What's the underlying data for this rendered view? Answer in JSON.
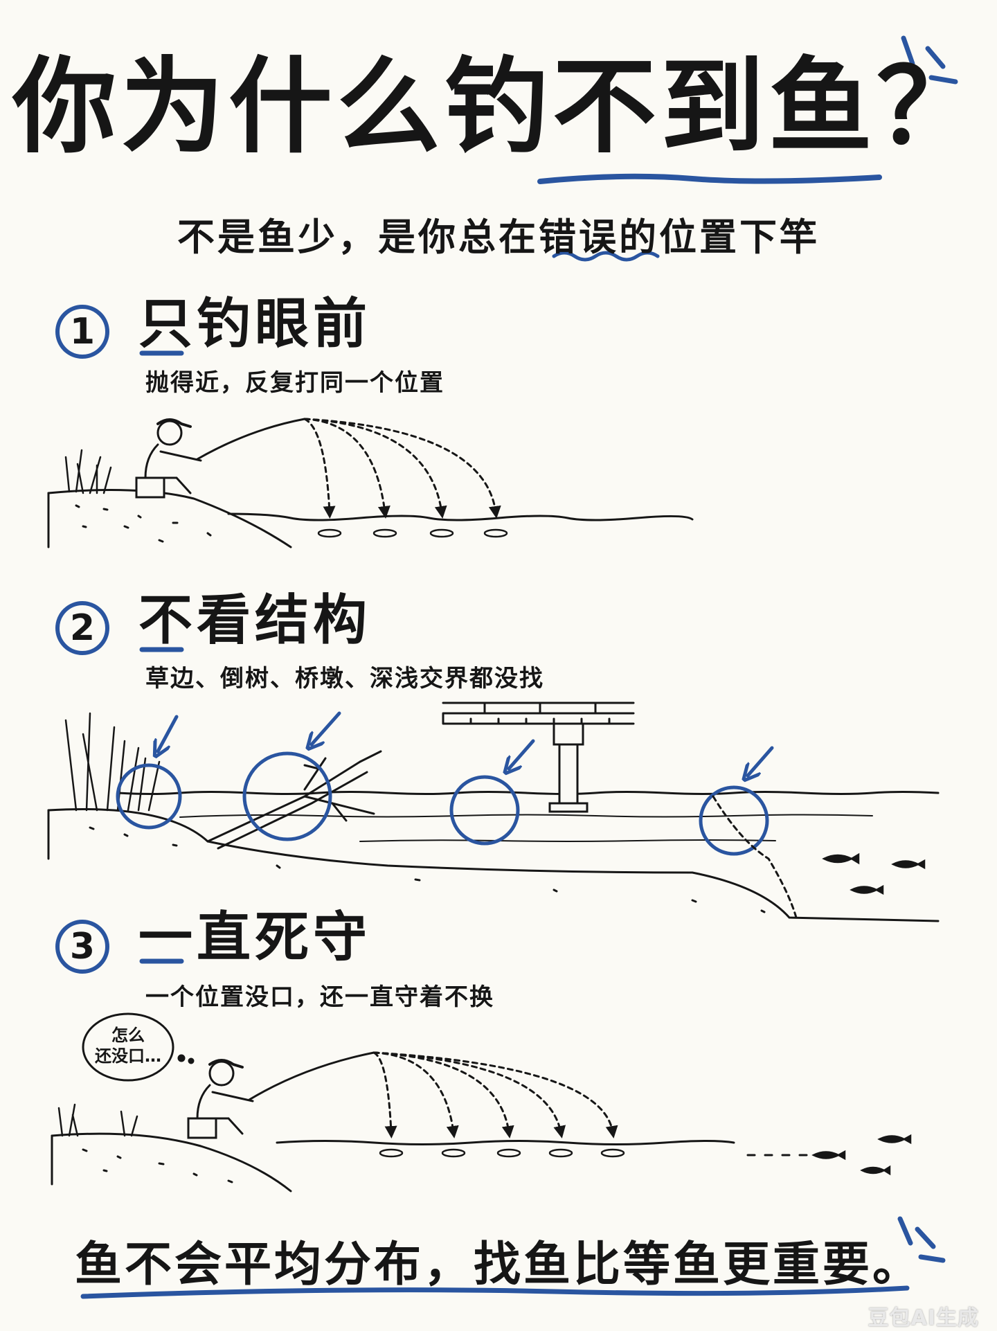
{
  "header": {
    "title": "你为什么钓不到鱼？",
    "subtitle": "不是鱼少，是你总在错误的位置下竿"
  },
  "sections": [
    {
      "number": "1",
      "title": "只钓眼前",
      "desc": "抛得近，反复打同一个位置"
    },
    {
      "number": "2",
      "title": "不看结构",
      "desc": "草边、倒树、桥墩、深浅交界都没找"
    },
    {
      "number": "3",
      "title": "一直死守",
      "desc": "一个位置没口，还一直守着不换"
    }
  ],
  "bubble": {
    "line1": "怎么",
    "line2": "还没口…"
  },
  "footer": {
    "text": "鱼不会平均分布，找鱼比等鱼更重要。"
  },
  "watermark": {
    "text": "豆包AI生成"
  },
  "colors": {
    "accent": "#2a55a0",
    "ink": "#161616",
    "paper": "#fbfaf5"
  },
  "icons": [
    "fisherman-icon",
    "arrow-icon",
    "fish-icon",
    "speech-bubble-icon",
    "bridge-icon",
    "fallen-tree-icon",
    "grass-icon"
  ]
}
